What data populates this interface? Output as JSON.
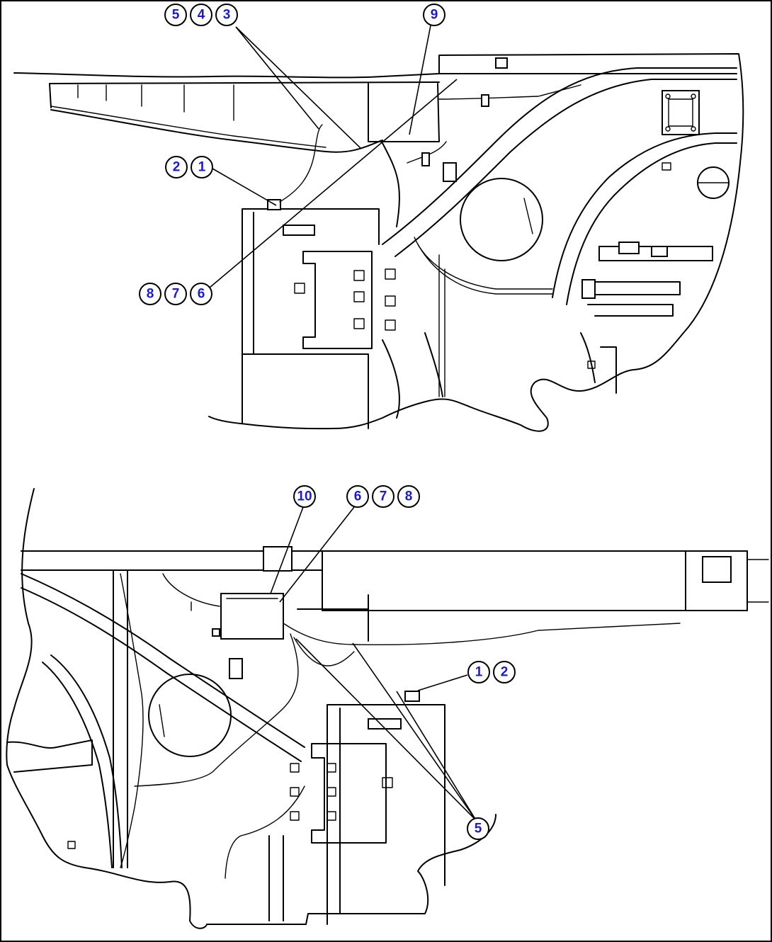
{
  "figure": {
    "border_color": "#000000",
    "callout_text_color": "#1a1ad6"
  },
  "top_view": {
    "callouts": {
      "c5": "5",
      "c4": "4",
      "c3": "3",
      "c9": "9",
      "c2": "2",
      "c1": "1",
      "c8": "8",
      "c7": "7",
      "c6": "6"
    }
  },
  "bottom_view": {
    "callouts": {
      "c10": "10",
      "c6": "6",
      "c7": "7",
      "c8": "8",
      "c1": "1",
      "c2": "2",
      "c5": "5"
    }
  }
}
